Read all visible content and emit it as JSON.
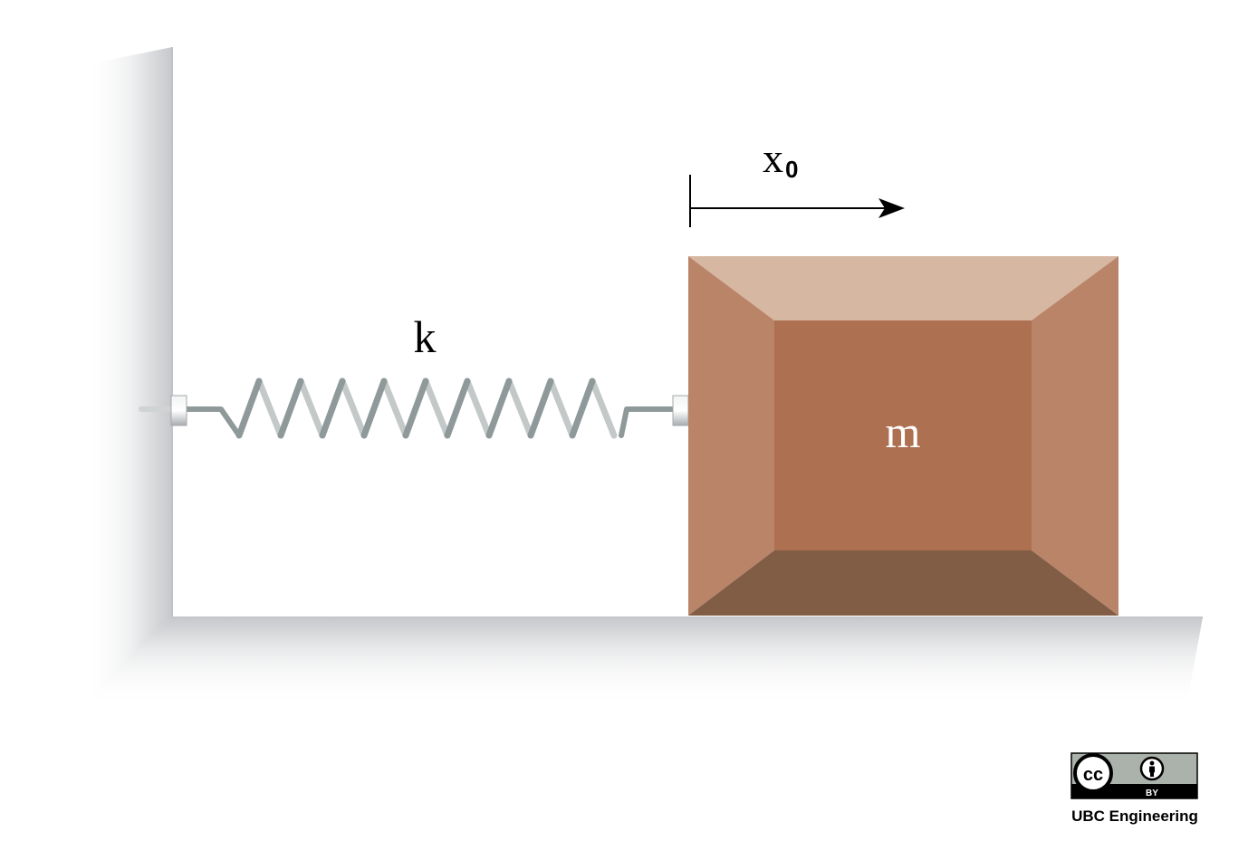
{
  "diagram": {
    "spring_label": "k",
    "mass_label": "m",
    "displacement_label": {
      "base": "x",
      "subscript": "0"
    }
  },
  "license": {
    "badge_left": "cc",
    "badge_right": "BY",
    "attribution": "UBC Engineering"
  },
  "colors": {
    "block_top": "#d6b7a2",
    "block_side": "#ba8469",
    "block_front": "#ad7051",
    "block_bottom": "#815d46",
    "spring_dark": "#8f9999",
    "spring_light": "#c3c8c8",
    "wall_dark": "#c7c9cc",
    "arrow": "#000000",
    "badge_bg": "#aab2ab"
  }
}
